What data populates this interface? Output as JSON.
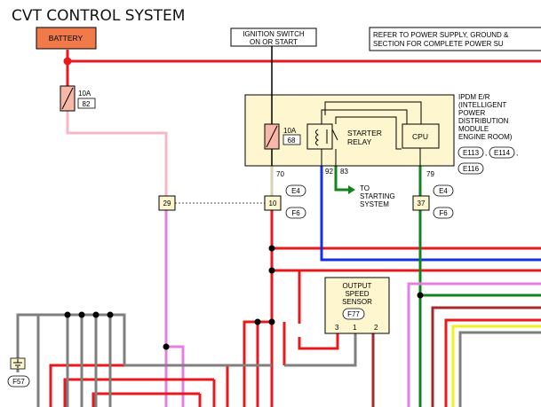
{
  "title": "CVT CONTROL SYSTEM",
  "battery": {
    "label": "BATTERY",
    "color": "#f07a4a"
  },
  "ignition_switch": {
    "line1": "IGNITION SWITCH",
    "line2": "ON OR START"
  },
  "reference_note": {
    "line1": "REFER TO POWER SUPPLY, GROUND &",
    "line2": "SECTION FOR COMPLETE POWER SU"
  },
  "fuse_battery": {
    "rating": "10A",
    "number": "82"
  },
  "ipdm": {
    "fuse_rating": "10A",
    "fuse_number": "68",
    "relay_line1": "STARTER",
    "relay_line2": "RELAY",
    "cpu_label": "CPU",
    "box_color": "#fdf6cf",
    "name_lines": [
      "IPDM E/R",
      "(INTELLIGENT",
      "POWER",
      "DISTRIBUTION",
      "MODULE",
      "ENGINE ROOM)"
    ],
    "connectors": [
      "E113",
      "E114",
      "E116"
    ]
  },
  "terminals": {
    "t70": "70",
    "t92": "92",
    "t83": "83",
    "t79": "79",
    "j29": "29",
    "j10": "10",
    "j37": "37",
    "e4_left": "E4",
    "f6_left": "F6",
    "e4_right": "E4",
    "f6_right": "F6"
  },
  "starting_system": {
    "line1": "TO",
    "line2": "STARTING",
    "line3": "SYSTEM"
  },
  "output_speed_sensor": {
    "line1": "OUTPUT",
    "line2": "SPEED",
    "line3": "SENSOR",
    "connector": "F77",
    "pins": [
      "3",
      "1",
      "2"
    ]
  },
  "ground": {
    "connector": "F57"
  },
  "wire_colors": {
    "red": "#e8191c",
    "pink": "#f6b8c6",
    "violet": "#e57fe0",
    "blue": "#1530e0",
    "green": "#11841e",
    "gray": "#7f7f7f",
    "brown": "#a52a2a",
    "yellow": "#f2ee20",
    "tan": "#d9d2b0"
  }
}
